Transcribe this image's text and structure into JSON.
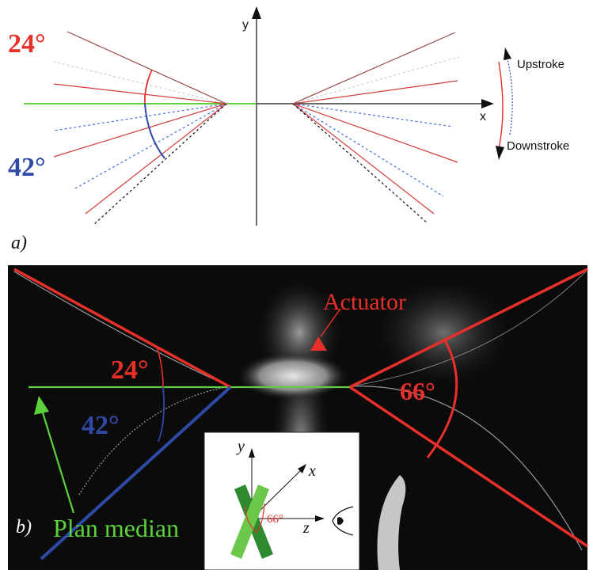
{
  "panel_a": {
    "label": "a)",
    "axis_x": "x",
    "axis_y": "y",
    "angle_up": "24°",
    "angle_down": "42°",
    "legend_upstroke": "Upstroke",
    "legend_downstroke": "Downstroke"
  },
  "panel_b": {
    "label": "b)",
    "angle_up": "24°",
    "angle_down": "42°",
    "angle_right": "66°",
    "actuator_label": "Actuator",
    "plan_median_label": "Plan median",
    "inset": {
      "axis_y": "y",
      "axis_x": "x",
      "axis_z": "z",
      "angle": "66°"
    }
  },
  "colors": {
    "red": "#e8302a",
    "dark_red": "#9b2d2d",
    "blue": "#2f4aa6",
    "green": "#5bd13b",
    "dotted_blue": "#4a6fd0",
    "dotted_light": "#c9cfd8"
  }
}
